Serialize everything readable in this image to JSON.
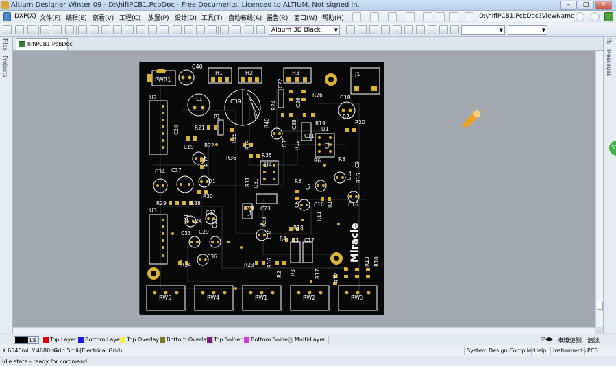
{
  "window": {
    "title": "Altium Designer Winter 09 - D:\\hifiPCB1.PcbDoc - Free Documents. Licensed to ALTIUM. Not signed in."
  },
  "menubar": {
    "items": [
      "DXP(X)",
      "文件(F)",
      "编辑(E)",
      "察看(V)",
      "工程(C)",
      "放置(P)",
      "设计(D)",
      "工具(T)",
      "自动布线(A)",
      "报告(R)",
      "窗口(W)",
      "帮助(H)"
    ],
    "path": "D:\\hifiPCB1.PcbDoc?ViewName"
  },
  "toolbar": {
    "view_config": "Altium 3D Black"
  },
  "left_panels": [
    "Files",
    "Projects"
  ],
  "right_panels": [
    "拼",
    "Messages"
  ],
  "document_tab": "hifiPCB1.PcbDoc",
  "board": {
    "silkscreen_text": "Miracle",
    "colors": {
      "board": "#080808",
      "pad": "#d8b23a",
      "silk": "#ffffff",
      "copper": "#2a2a2a"
    },
    "designators": {
      "PWR1": "PWR1",
      "C40": "C40",
      "H1": "H1",
      "H2": "H2",
      "H3": "H3",
      "J1": "J1",
      "C22": "C22",
      "R26": "R26",
      "C26": "C26",
      "R24": "R24",
      "C18": "C18",
      "U2": "U2",
      "L1": "L1",
      "C39": "C39",
      "P1": "P1",
      "C20": "C20",
      "R21": "R21",
      "R22": "R22",
      "R25": "R25",
      "R40": "R40",
      "C38": "C38",
      "C35": "C35",
      "R19": "R19",
      "U1": "U1",
      "R20": "R20",
      "C19": "C19",
      "R39": "R39",
      "R12": "R12",
      "C11": "C11",
      "C1": "C1",
      "R7": "R7",
      "R37": "R37",
      "R36": "R36",
      "R35": "R35",
      "R6": "R6",
      "R8": "R8",
      "C34": "C34",
      "C37": "C37",
      "U4": "U4",
      "C9": "C9",
      "C12": "C12",
      "R15": "R15",
      "D1": "D1",
      "R31": "R31",
      "C31": "C31",
      "R5": "R5",
      "C7": "C7",
      "R29": "R29",
      "R38": "R38",
      "R30": "R30",
      "C28": "C28",
      "C23": "C23",
      "C6": "C6",
      "C10": "C10",
      "R1": "R1",
      "C16": "C16",
      "U3": "U3",
      "C32": "C32",
      "R11": "R11",
      "C21": "C21",
      "C24": "C24",
      "C27": "C27",
      "R33": "R33",
      "C30": "C30",
      "R18": "R18",
      "C33": "C33",
      "C29": "C29",
      "R4": "R4",
      "C3": "C3",
      "C17": "C17",
      "C36": "C36",
      "R34": "R34",
      "R23": "R23",
      "R16": "R16",
      "R2": "R2",
      "R3": "R3",
      "R17": "R17",
      "R32": "R32",
      "R13": "R13",
      "R10": "R10",
      "RW5": "RW5",
      "RW4": "RW4",
      "RW1": "RW1",
      "RW2": "RW2",
      "RW3": "RW3"
    }
  },
  "layers": [
    {
      "name": "LS",
      "color": "#000000"
    },
    {
      "name": "Top Layer",
      "color": "#e00000"
    },
    {
      "name": "Bottom Layer",
      "color": "#1a1ae0"
    },
    {
      "name": "Top Overlay",
      "color": "#f2f04a"
    },
    {
      "name": "Bottom Overlay",
      "color": "#7a7a1a"
    },
    {
      "name": "Top Solder",
      "color": "#7a1f7a"
    },
    {
      "name": "Bottom Solder",
      "color": "#d43cd4"
    },
    {
      "name": "Multi-Layer",
      "color": "#bdbdbd"
    }
  ],
  "layer_utils": {
    "mask": "掩膜级别",
    "clear": "清除"
  },
  "status": {
    "coords": "X:6545mil Y:4680mil",
    "grid": "Grid:5mil",
    "grid_mode": "(Electrical Grid)",
    "panel_buttons": [
      "System",
      "Design Compiler",
      "Help",
      "Instruments",
      "PCB"
    ],
    "idle": "Idle state - ready for command"
  }
}
